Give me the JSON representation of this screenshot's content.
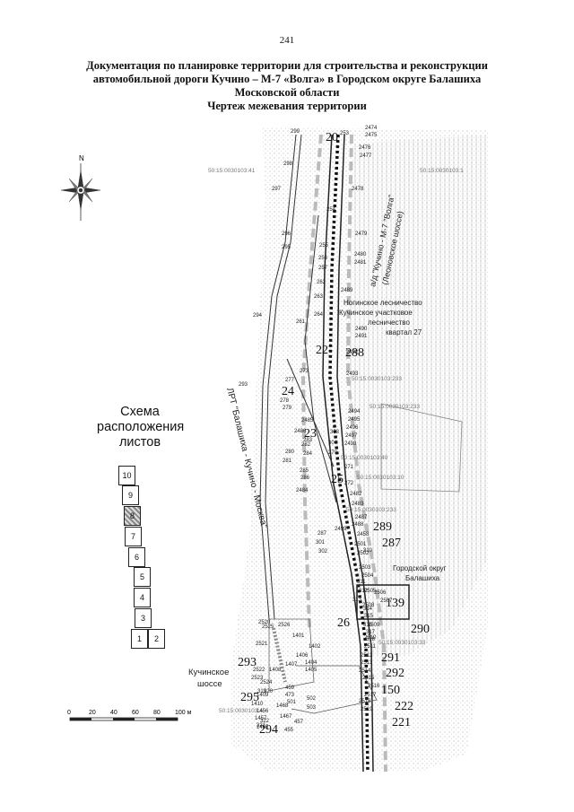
{
  "page_number": "241",
  "header": {
    "line1": "Документация по планировке территории для строительства и реконструкции",
    "line2": "автомобильной дороги Кучино – М-7 «Волга» в Городском округе Балашиха",
    "line3": "Московской области",
    "line4": "Чертеж межевания территории"
  },
  "map": {
    "road_label": "а/д \"Кучино - М-7 \"Волга\"",
    "road_label_sub": "(Леоновское шоссе)",
    "forestry_lines": [
      "Ногинское лесничество",
      "Кучинское участковое",
      "лесничество",
      "квартал 27"
    ],
    "railway_label": "ЛРТ \"Балашиха - Кучино - Москва\"",
    "district_lines": [
      "Городской округ",
      "Балашиха"
    ],
    "kuchino_lines": [
      "Кучинское",
      "шоссе"
    ],
    "cadastral": [
      "50:15:0030103:41",
      "50:15:0030103:1",
      "50:15:0030103:233",
      "50:15:0030103:10",
      "50:15:0030103:40",
      "50:15:0030103:233",
      "50:15:0030103:233",
      "50:15:0030103:33",
      "50:15:0030103:A"
    ],
    "big_labels": [
      "20",
      "22",
      "288",
      "24",
      "23",
      "25",
      "289",
      "287",
      "139",
      "26",
      "290",
      "291",
      "293",
      "292",
      "150",
      "295",
      "222",
      "294",
      "221"
    ],
    "small_labels": [
      "299",
      "298",
      "297",
      "296",
      "295",
      "294",
      "293",
      "253",
      "254",
      "2474",
      "2475",
      "2476",
      "2477",
      "2478",
      "2479",
      "2480",
      "2481",
      "2489",
      "2490",
      "2491",
      "2492",
      "2493",
      "2494",
      "2495",
      "2496",
      "2497",
      "2498",
      "2499",
      "255",
      "256",
      "257",
      "262",
      "263",
      "264",
      "261",
      "273",
      "277",
      "278",
      "279",
      "280",
      "281",
      "282",
      "283",
      "284",
      "285",
      "286",
      "287",
      "301",
      "302",
      "303",
      "304",
      "270",
      "271",
      "272",
      "2482",
      "2483",
      "2484",
      "2485",
      "2486",
      "2487",
      "2488",
      "2458",
      "2501",
      "2502",
      "2503",
      "2504",
      "2505",
      "2506",
      "2507",
      "2508",
      "2509",
      "2510",
      "2511",
      "2512",
      "2513",
      "2514",
      "2515",
      "2516",
      "2517",
      "2518",
      "2519",
      "2520",
      "2521",
      "2522",
      "2523",
      "2524",
      "2525",
      "2526",
      "1401",
      "1402",
      "1404",
      "1405",
      "1406",
      "1407",
      "1408",
      "1409",
      "1410",
      "1456",
      "1457",
      "1467",
      "1468",
      "1465",
      "310",
      "311",
      "312",
      "313",
      "314",
      "315",
      "316",
      "317",
      "318",
      "319",
      "320",
      "321",
      "322",
      "455",
      "457",
      "459",
      "473",
      "501",
      "502",
      "503"
    ]
  },
  "scheme": {
    "title_lines": [
      "Схема",
      "расположения",
      "листов"
    ],
    "sheets": [
      "10",
      "9",
      "8",
      "7",
      "6",
      "5",
      "4",
      "3",
      "1",
      "2"
    ],
    "current_sheet": "8"
  },
  "scale": {
    "ticks": [
      "0",
      "20",
      "40",
      "60",
      "80",
      "100 м"
    ]
  },
  "compass": {
    "north_label": "N"
  }
}
